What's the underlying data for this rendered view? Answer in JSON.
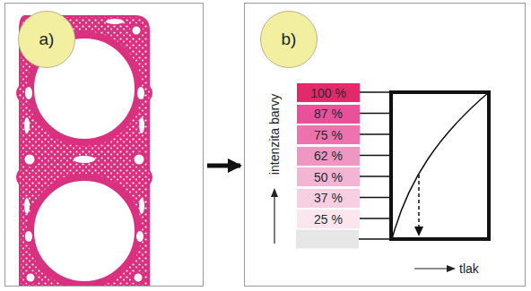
{
  "diagram": {
    "nodes": [
      {
        "text": [
          "a)"
        ]
      },
      {
        "text": [
          "b)"
        ]
      },
      {
        "text": [
          "100 %"
        ],
        "in": 1
      },
      {
        "text": [
          "87 %"
        ],
        "in": 1
      },
      {
        "text": [
          "75 %"
        ],
        "in": 1
      },
      {
        "text": [
          "62 %"
        ],
        "in": 1
      },
      {
        "text": [
          "50 %"
        ],
        "in": 1
      },
      {
        "text": [
          "37 %"
        ],
        "in": 1
      },
      {
        "text": [
          "25 %"
        ],
        "in": 1
      }
    ],
    "edges": [
      {
        "from": 0,
        "to": 1,
        "arrow": "to"
      }
    ],
    "labels": [
      "intenzita barvy",
      "tlak"
    ]
  }
}
